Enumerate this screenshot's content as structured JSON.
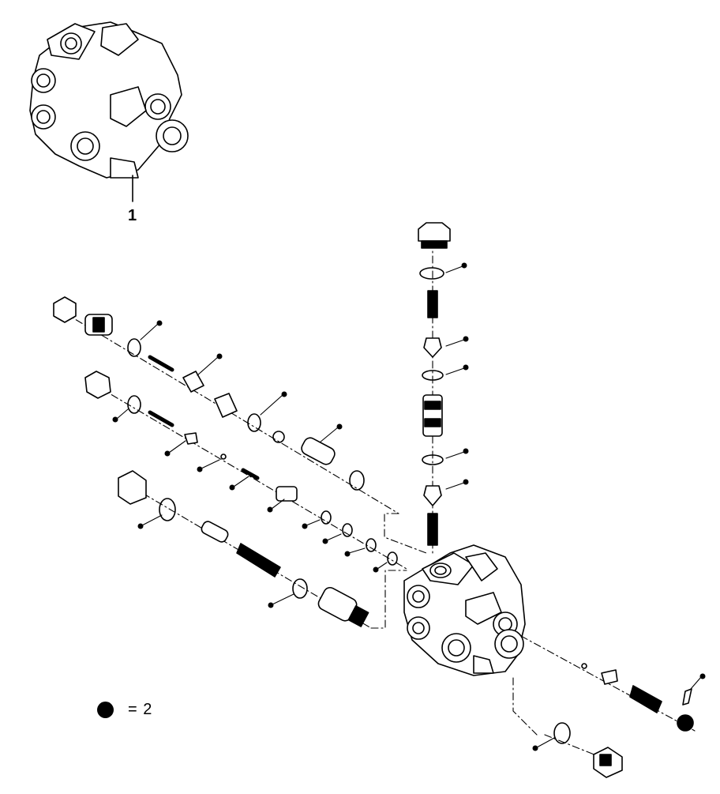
{
  "diagram": {
    "reference_label": "1",
    "legend": {
      "symbol": "filled-dot",
      "text": "= 2"
    },
    "line_color": "#000000",
    "background": "#ffffff"
  }
}
